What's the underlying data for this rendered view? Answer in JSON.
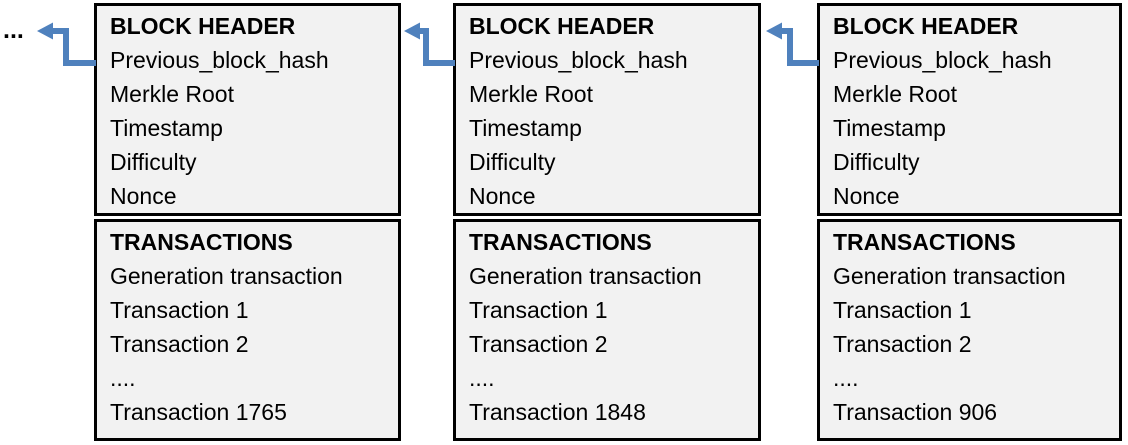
{
  "canvas": {
    "background": "#ffffff",
    "block_fill": "#f2f2f2",
    "border_color": "#000000",
    "arrow_color": "#4f81bd"
  },
  "chain_continues_ellipsis": "...",
  "blocks": [
    {
      "header": {
        "title": "BLOCK HEADER",
        "fields": [
          "Previous_block_hash",
          "Merkle Root",
          "Timestamp",
          "Difficulty",
          "Nonce"
        ]
      },
      "transactions": {
        "title": "TRANSACTIONS",
        "items": [
          "Generation transaction",
          "Transaction 1",
          "Transaction 2",
          "....",
          "Transaction 1765"
        ]
      }
    },
    {
      "header": {
        "title": "BLOCK HEADER",
        "fields": [
          "Previous_block_hash",
          "Merkle Root",
          "Timestamp",
          "Difficulty",
          "Nonce"
        ]
      },
      "transactions": {
        "title": "TRANSACTIONS",
        "items": [
          "Generation transaction",
          "Transaction 1",
          "Transaction 2",
          "....",
          "Transaction 1848"
        ]
      }
    },
    {
      "header": {
        "title": "BLOCK HEADER",
        "fields": [
          "Previous_block_hash",
          "Merkle Root",
          "Timestamp",
          "Difficulty",
          "Nonce"
        ]
      },
      "transactions": {
        "title": "TRANSACTIONS",
        "items": [
          "Generation transaction",
          "Transaction 1",
          "Transaction 2",
          "....",
          "Transaction 906"
        ]
      }
    }
  ]
}
